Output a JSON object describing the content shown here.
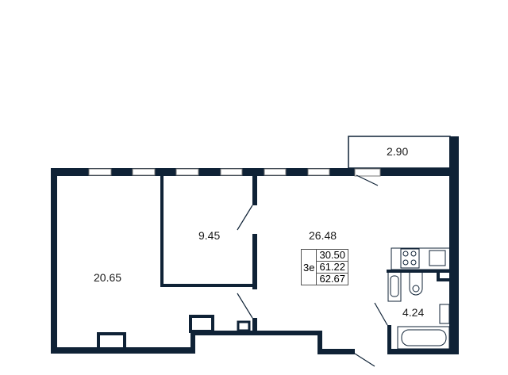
{
  "plan": {
    "rooms": [
      {
        "name": "room-left",
        "area": "20.65"
      },
      {
        "name": "room-middle",
        "area": "9.45"
      },
      {
        "name": "kitchen-living",
        "area": "26.48"
      },
      {
        "name": "bathroom",
        "area": "4.24"
      },
      {
        "name": "balcony",
        "area": "2.90"
      }
    ],
    "summary": {
      "type": "3e",
      "living_area": "30.50",
      "total_area": "61.22",
      "total_with_balcony": "62.67"
    },
    "wall_color": "#0f2236"
  }
}
